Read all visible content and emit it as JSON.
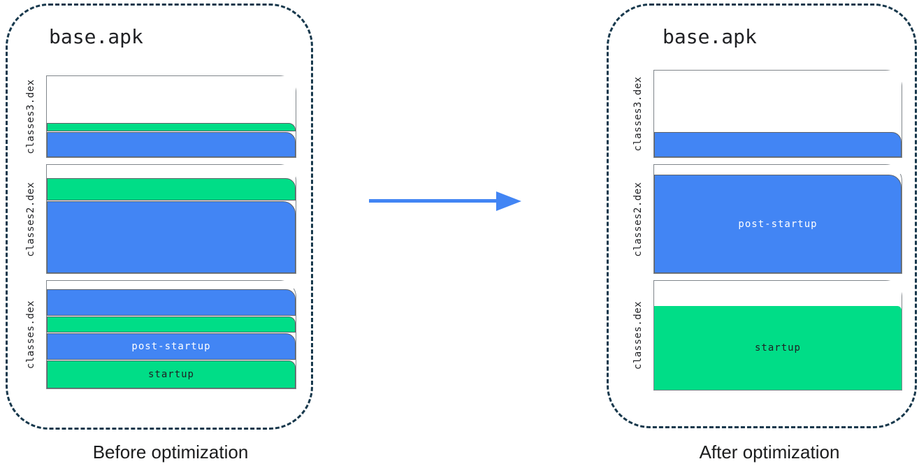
{
  "colors": {
    "blue": "#4285F4",
    "green": "#00DD87",
    "dash": "#17384C",
    "ink": "#202124",
    "page_border": "#80868B",
    "segment_border": "#5F6368",
    "arrow": "#4285F4"
  },
  "panels": {
    "before": {
      "title": "base.apk",
      "caption": "Before optimization",
      "files": [
        {
          "name": "classes3.dex",
          "segments": [
            {
              "color": "white"
            },
            {
              "color": "green"
            },
            {
              "color": "blue"
            }
          ]
        },
        {
          "name": "classes2.dex",
          "segments": [
            {
              "color": "white"
            },
            {
              "color": "green"
            },
            {
              "color": "blue"
            }
          ]
        },
        {
          "name": "classes.dex",
          "segments": [
            {
              "color": "white"
            },
            {
              "color": "blue"
            },
            {
              "color": "green"
            },
            {
              "color": "blue",
              "label": "post-startup"
            },
            {
              "color": "green",
              "label": "startup"
            }
          ]
        }
      ]
    },
    "after": {
      "title": "base.apk",
      "caption": "After optimization",
      "files": [
        {
          "name": "classes3.dex",
          "segments": [
            {
              "color": "white"
            },
            {
              "color": "blue"
            }
          ]
        },
        {
          "name": "classes2.dex",
          "segments": [
            {
              "color": "white"
            },
            {
              "color": "blue",
              "label": "post-startup"
            }
          ]
        },
        {
          "name": "classes.dex",
          "segments": [
            {
              "color": "white"
            },
            {
              "color": "green",
              "label": "startup"
            }
          ]
        }
      ]
    }
  }
}
